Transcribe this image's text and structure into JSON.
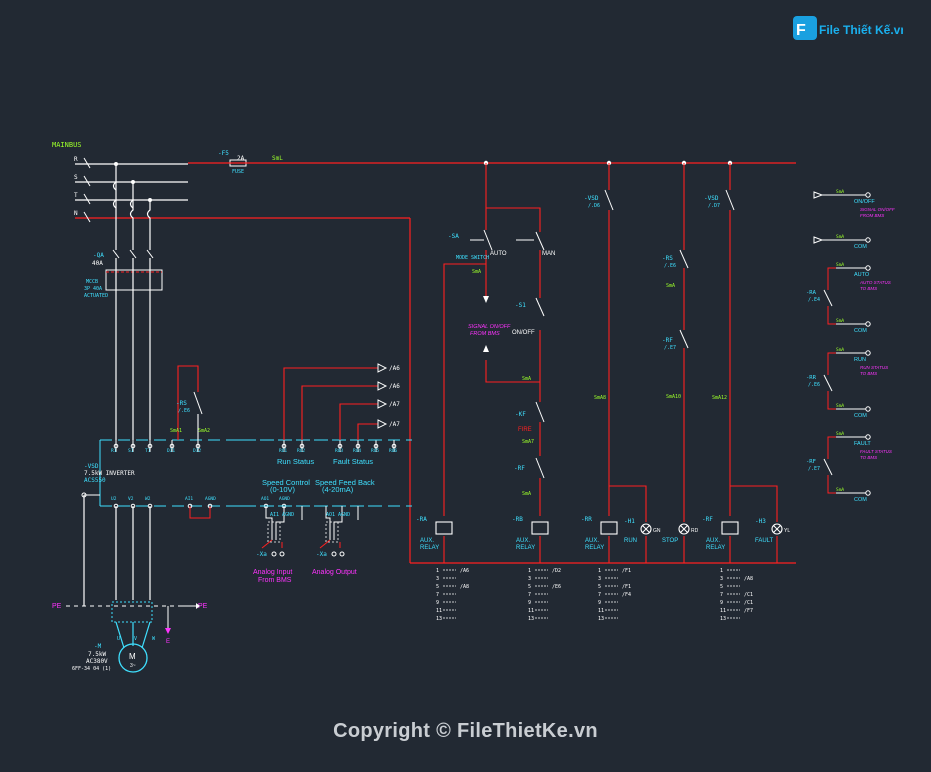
{
  "watermark": {
    "logo_text": "File Thiết Kế.vn",
    "copyright": "Copyright © FileThietKe.vn"
  },
  "colors": {
    "background": "#222933",
    "power": "#ff2020",
    "control": "#ffffff",
    "label": "#3fe0ff",
    "tag": "#9cff2a",
    "note": "#ff33ff"
  },
  "supply": {
    "busbar": "MAINBUS",
    "phases": [
      "R",
      "S",
      "T",
      "N"
    ],
    "breaker_tag": "-QA",
    "breaker_rating": "40A",
    "mcb_tag": "-F5",
    "mcb_rating": "2A",
    "fuse": "FUSE",
    "wire_tag": "SmL"
  },
  "vfd": {
    "tag": "-VSD",
    "rating": "7.5kW INVERTER",
    "model": "ACS550",
    "top_terminals": [
      "R1",
      "S1",
      "T1",
      "DI1",
      "DI2",
      "RO1",
      "RO2",
      "RO3",
      "RO4",
      "RO5",
      "RO6"
    ],
    "bottom_terminals": [
      "U2",
      "V2",
      "W2",
      "AI1",
      "AGND",
      "AO1",
      "AGND"
    ]
  },
  "motor": {
    "tag": "-M",
    "symbol": "M",
    "phase": "3~",
    "power": "7.5kW",
    "type": "AC380V",
    "pe_left": "PE",
    "pe_right": "PE",
    "earth": "E",
    "terminals": [
      "U",
      "V",
      "W"
    ]
  },
  "groups": {
    "run_status": "Run Status",
    "fault_status": "Fault Status",
    "speed_control": "Speed Control",
    "speed_control_range": "(0-10V)",
    "speed_feedback": "Speed Feed Back",
    "speed_feedback_range": "(4-20mA)",
    "analog_input": "Analog Input",
    "analog_input_from": "From BMS",
    "analog_output": "Analog Output",
    "terminal_tag": "-Xa"
  },
  "references": [
    "/A6",
    "/A6",
    "/A7",
    "/A7"
  ],
  "control": {
    "mode_switch": {
      "tag": "-SA",
      "label": "MODE SWITCH",
      "auto": "AUTO",
      "man": "MAN"
    },
    "onoff": {
      "tag": "-S1",
      "label": "ON/OFF"
    },
    "signal_note": [
      "SIGNAL ON/OFF",
      "FROM BMS"
    ],
    "fire": {
      "tag": "-KF",
      "label": "FIRE"
    },
    "relays": [
      {
        "tag": "-RA",
        "desc": [
          "AUX.",
          "RELAY"
        ],
        "lamp": ""
      },
      {
        "tag": "-RB",
        "desc": [
          "AUX.",
          "RELAY"
        ],
        "lamp": ""
      },
      {
        "tag": "-RR",
        "desc": [
          "AUX.",
          "RELAY"
        ],
        "lamp_tag": "-H1",
        "lamp": "RUN",
        "lamp_color": "GN"
      },
      {
        "tag": "",
        "desc": [],
        "lamp_tag": "",
        "lamp": "STOP",
        "lamp_color": "RD"
      },
      {
        "tag": "-RF",
        "desc": [
          "AUX.",
          "RELAY"
        ],
        "lamp_tag": "-H3",
        "lamp": "FAULT",
        "lamp_color": "YL"
      }
    ],
    "contact_refs": [
      [
        "1 /A6",
        "3",
        "5 /A8",
        "7",
        "9",
        "11",
        "13"
      ],
      [
        "1 /D2",
        "3",
        "5 /E6",
        "7",
        "9",
        "11",
        "13"
      ],
      [
        "1 /F1",
        "3",
        "5 /F1",
        "7 /F4",
        "9",
        "11",
        "13"
      ],
      [
        "1",
        "3 /A8",
        "5",
        "7 /C1",
        "9 /C1",
        "11 /F7",
        "13"
      ]
    ]
  },
  "outputs": [
    {
      "name": "ON/OFF",
      "note": [
        "SIGNAL ON/OFF",
        "FROM BMS"
      ]
    },
    {
      "name": "COM",
      "note": []
    },
    {
      "name": "AUTO",
      "note": [
        "AUTO STATUS",
        "TO BMS"
      ]
    },
    {
      "name": "COM",
      "note": []
    },
    {
      "name": "RUN",
      "note": [
        "RUN STATUS",
        "TO BMS"
      ]
    },
    {
      "name": "COM",
      "note": []
    },
    {
      "name": "FAULT",
      "note": [
        "FAULT STATUS",
        "TO BMS"
      ]
    },
    {
      "name": "COM",
      "note": []
    }
  ]
}
